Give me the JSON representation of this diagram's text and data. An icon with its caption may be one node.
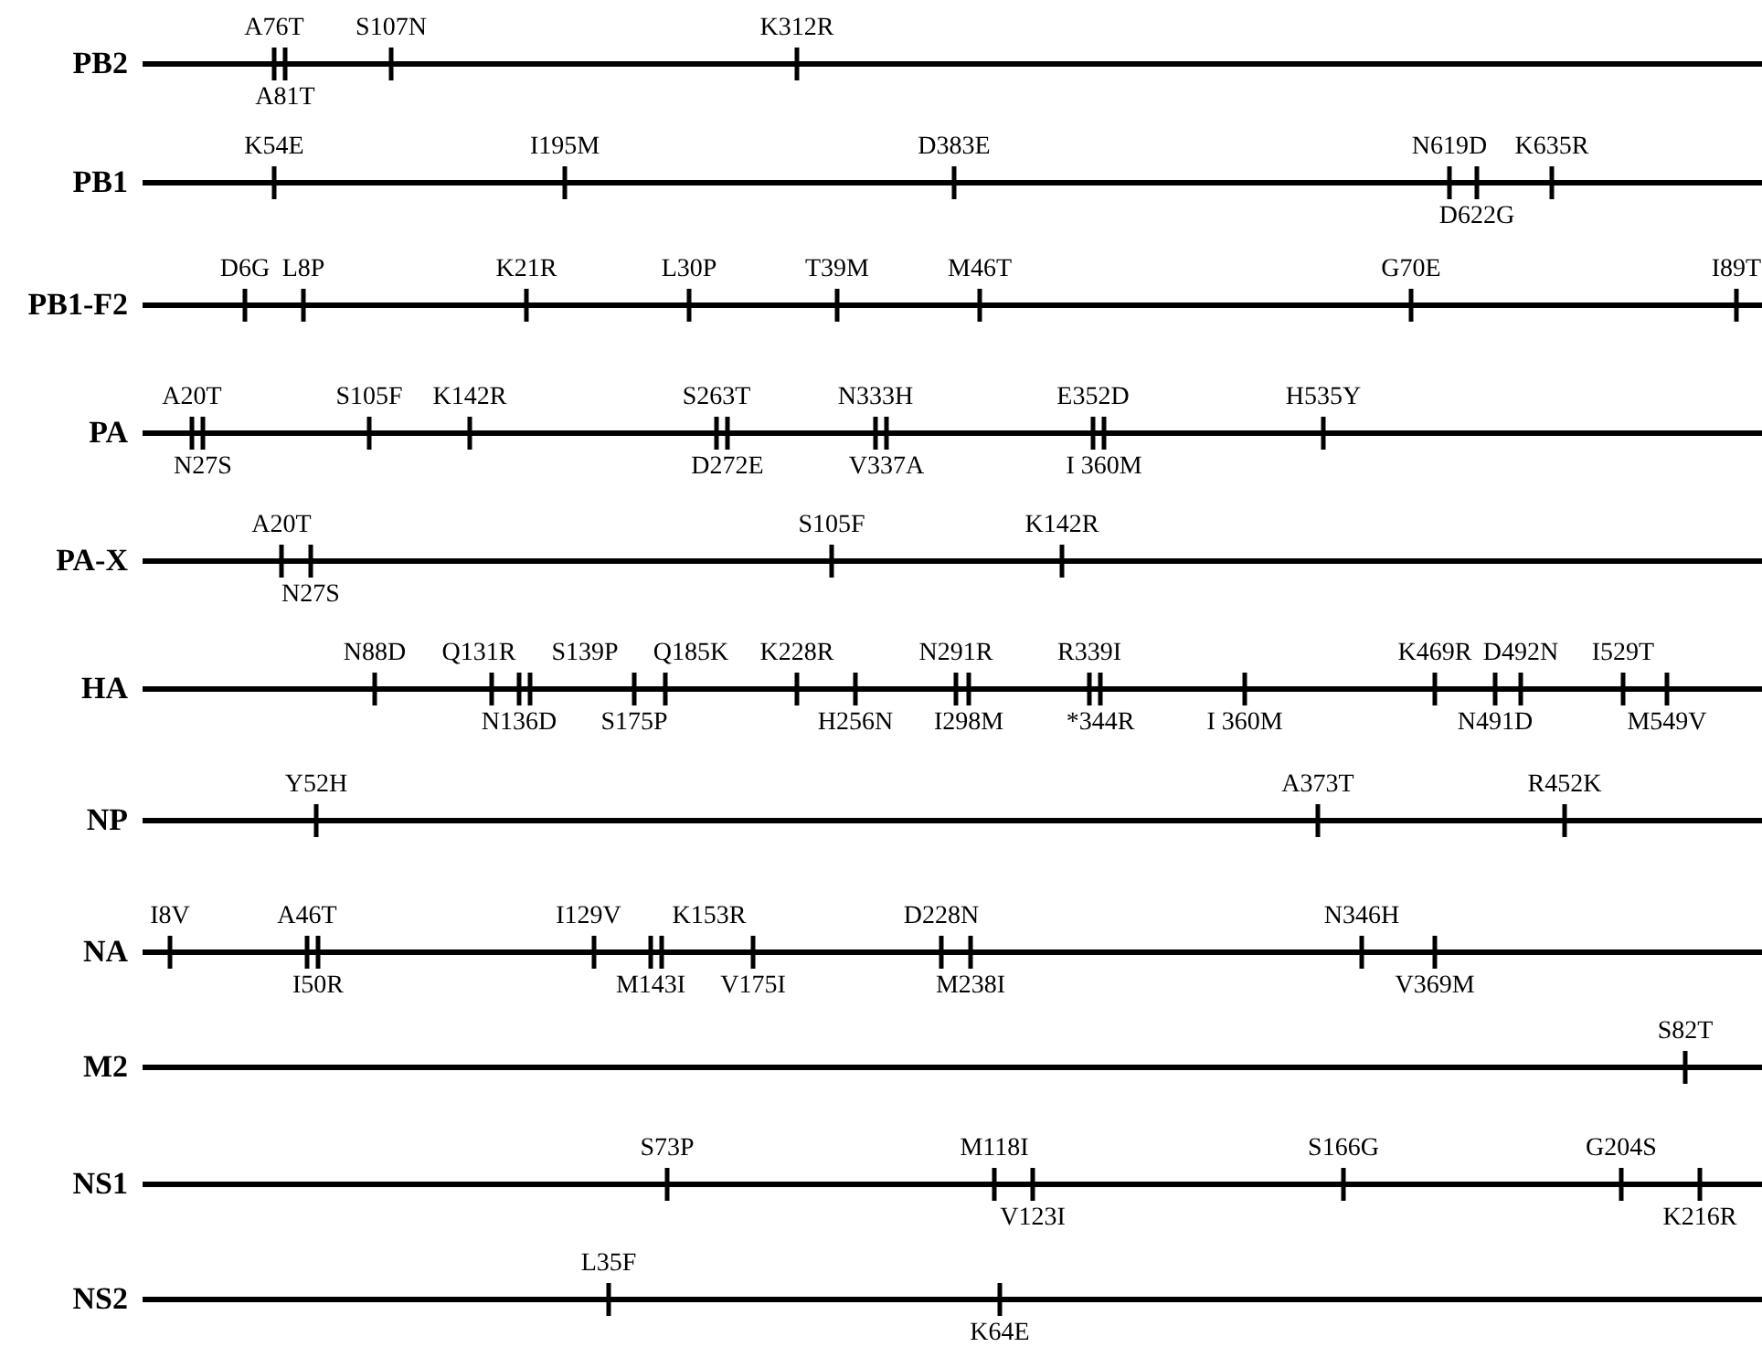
{
  "diagram": {
    "labels": [
      "A76T",
      "S107N",
      "K312R",
      "PB2",
      "A81T",
      "K54E",
      "I195M",
      "D383E",
      "N619D",
      "K635R",
      "PB1",
      "D622G",
      "D6G",
      "L8P",
      "K21R",
      "L30P",
      "T39M",
      "M46T",
      "G70E",
      "I89T",
      "PB1-F2",
      "A20T",
      "S105F",
      "K142R",
      "S263T",
      "N333H",
      "E352D",
      "H535Y",
      "PA",
      "N27S",
      "D272E",
      "V337A",
      "I 360M",
      "A20T",
      "S105F",
      "K142R",
      "PA-X",
      "N27S",
      "N88D",
      "Q131R",
      "S139P",
      "Q185K",
      "K228R",
      "N291R",
      "R339I",
      "K469R",
      "D492N",
      "I529T",
      "HA",
      "N136D",
      "S175P",
      "H256N",
      "I298M",
      "*344R",
      "I 360M",
      "N491D",
      "M549V",
      "Y52H",
      "A373T",
      "R452K",
      "NP",
      "I8V",
      "A46T",
      "I129V",
      "K153R",
      "D228N",
      "N346H",
      "NA",
      "I50R",
      "M143I",
      "V175I",
      "M238I",
      "V369M",
      "S82T",
      "M2",
      "S73P",
      "M118I",
      "S166G",
      "G204S",
      "NS1",
      "V123I",
      "K216R",
      "L35F",
      "NS2",
      "K64E"
    ]
  }
}
